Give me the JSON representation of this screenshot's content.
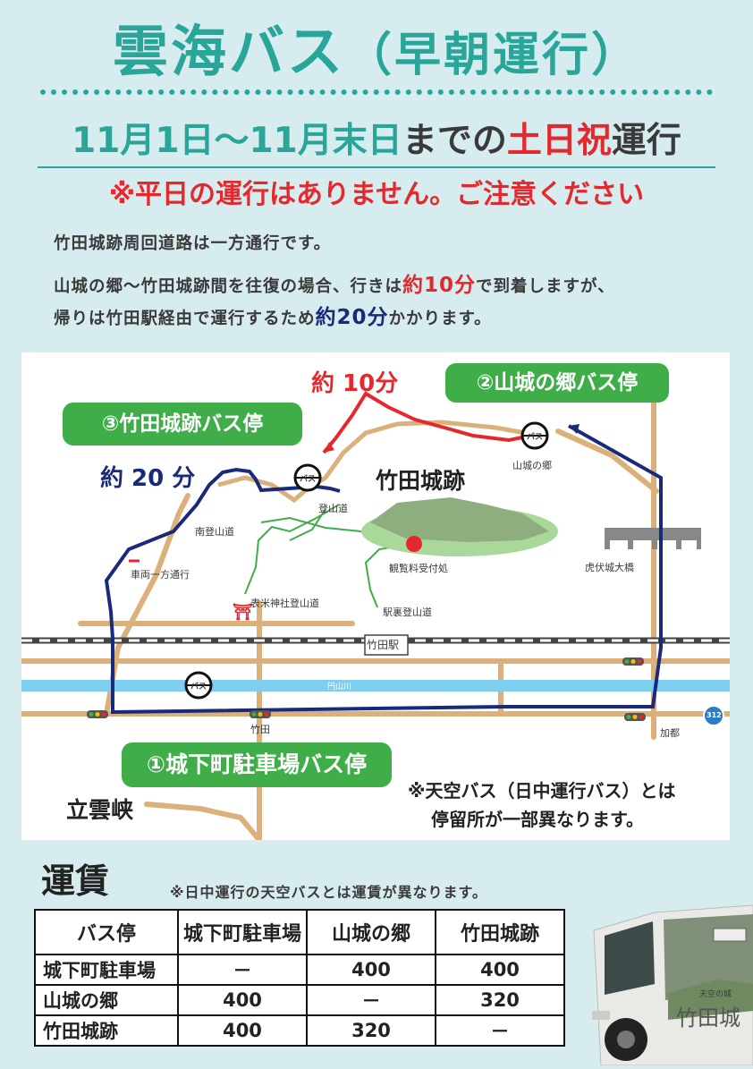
{
  "header": {
    "title_main": "雲海バス",
    "title_sub": "（早朝運行）",
    "dates_part1": "11月1日～11月末日",
    "dates_part2": "までの",
    "dates_part3": "土日祝",
    "dates_part4": "運行",
    "notice": "※平日の運行はありません。ご注意ください"
  },
  "description": {
    "line1": "竹田城跡周回道路は一方通行です。",
    "line2_a": "山城の郷～竹田城跡間を往復の場合、行きは",
    "line2_b": "約10分",
    "line2_c": "で到着しますが、",
    "line3_a": "帰りは竹田駅経由で運行するため",
    "line3_b": "約20分",
    "line3_c": "かかります。"
  },
  "map": {
    "time_outbound": "約 10分",
    "time_return": "約 20 分",
    "stop1": "①城下町駐車場バス停",
    "stop2": "②山城の郷バス停",
    "stop3": "③竹田城跡バス停",
    "castle": "竹田城跡",
    "yamashiro": "山城の郷",
    "tozando": "登山道",
    "minami_tozando": "南登山道",
    "ticket": "観覧料受付処",
    "omote": "表米神社登山道",
    "ekiura": "駅裏登山道",
    "oneway": "車両一方通行",
    "bridge": "虎伏城大橋",
    "station": "竹田駅",
    "river": "円山川",
    "takeda": "竹田",
    "kato": "加都",
    "route_num": "312",
    "bus_mark": "バス",
    "ritsuunkyo": "立雲峡",
    "note_line1": "※天空バス（日中運行バス）とは",
    "note_line2": "停留所が一部異なります。"
  },
  "fares": {
    "title": "運賃",
    "note": "※日中運行の天空バスとは運賃が異なります。",
    "header": [
      "バス停",
      "城下町駐車場",
      "山城の郷",
      "竹田城跡"
    ],
    "rows": [
      [
        "城下町駐車場",
        "－",
        "400",
        "400"
      ],
      [
        "山城の郷",
        "400",
        "－",
        "320"
      ],
      [
        "竹田城跡",
        "400",
        "320",
        "－"
      ]
    ]
  },
  "bus_photo": {
    "side_small": "天空の城",
    "side_big": "竹田城"
  },
  "colors": {
    "teal": "#2aa59a",
    "red": "#e5282d",
    "navy": "#1a2a7a",
    "green": "#3fae49",
    "road": "#dcb07a"
  }
}
